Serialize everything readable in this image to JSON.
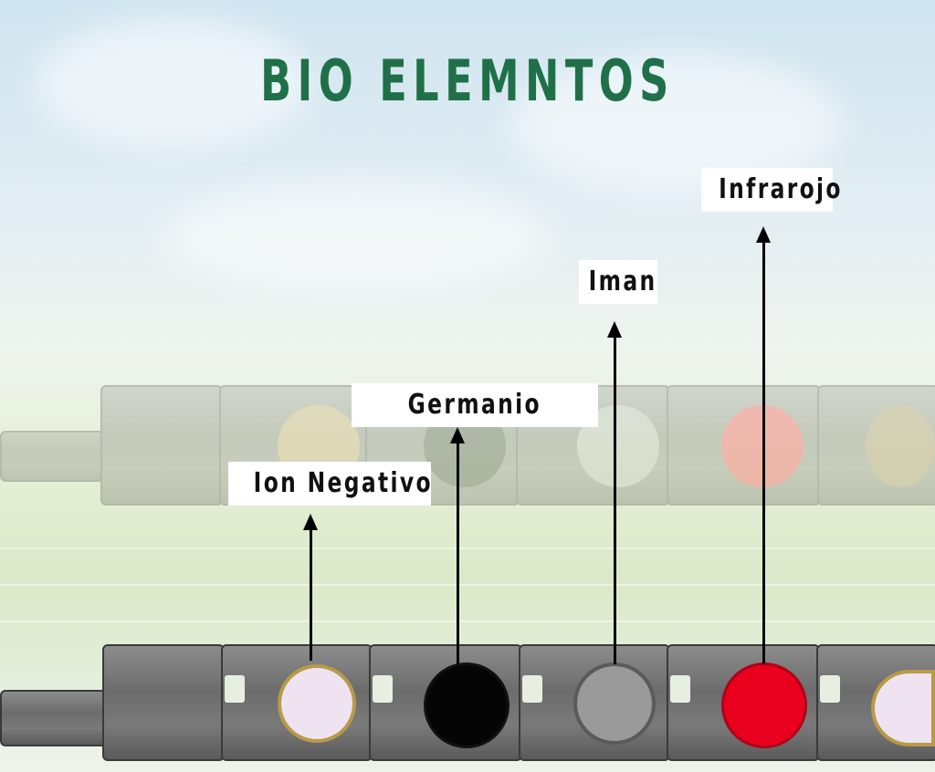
{
  "title": "BIO ELEMNTOS",
  "labels": {
    "ion_negativo": "Ion Negativo",
    "germanio": "Germanio",
    "iman": "Iman",
    "infrarojo": "Infrarojo"
  },
  "stones": {
    "ion_negativo": "#efe3f1",
    "germanio": "#050505",
    "iman": "#9a9a9a",
    "infrarojo": "#e8001e",
    "extra": "#efe3f1"
  },
  "colors": {
    "title": "#1f7048",
    "label_bg": "#ffffff",
    "arrow": "#000000",
    "metal": "#7a7a7a"
  }
}
